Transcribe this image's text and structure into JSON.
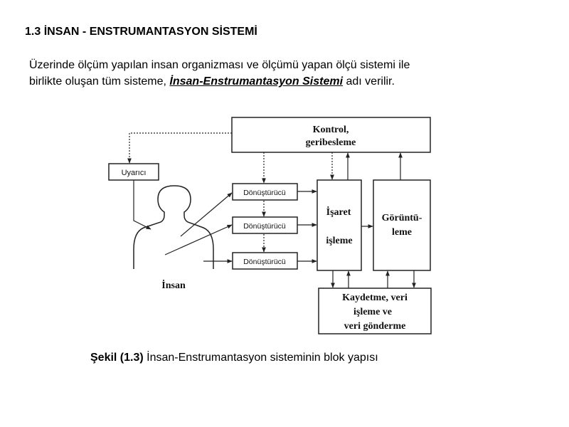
{
  "heading": "1.3 İNSAN - ENSTRUMANTASYON SİSTEMİ",
  "paragraph": {
    "line1": "Üzerinde ölçüm yapılan insan organizması ve ölçümü yapan ölçü sistemi ile",
    "line2_before": "birlikte oluşan tüm sisteme, ",
    "term": "İnsan-Enstrumantasyon Sistemi",
    "line2_after": " adı verilir."
  },
  "diagram": {
    "control_line1": "Kontrol,",
    "control_line2": "geribesleme",
    "stimulator": "Uyarıcı",
    "transducer_1": "Dönüştürücü",
    "transducer_2": "Dönüştürücü",
    "transducer_3": "Dönüştürücü",
    "processing_line1": "İşaret",
    "processing_line2": "işleme",
    "display_line1": "Görüntü-",
    "display_line2": "leme",
    "recording_line1": "Kaydetme, veri",
    "recording_line2": "işleme ve",
    "recording_line3": "veri gönderme",
    "human_label": "İnsan"
  },
  "caption": {
    "number": "Şekil (1.3)",
    "text": " İnsan-Enstrumantasyon sisteminin blok yapısı"
  }
}
